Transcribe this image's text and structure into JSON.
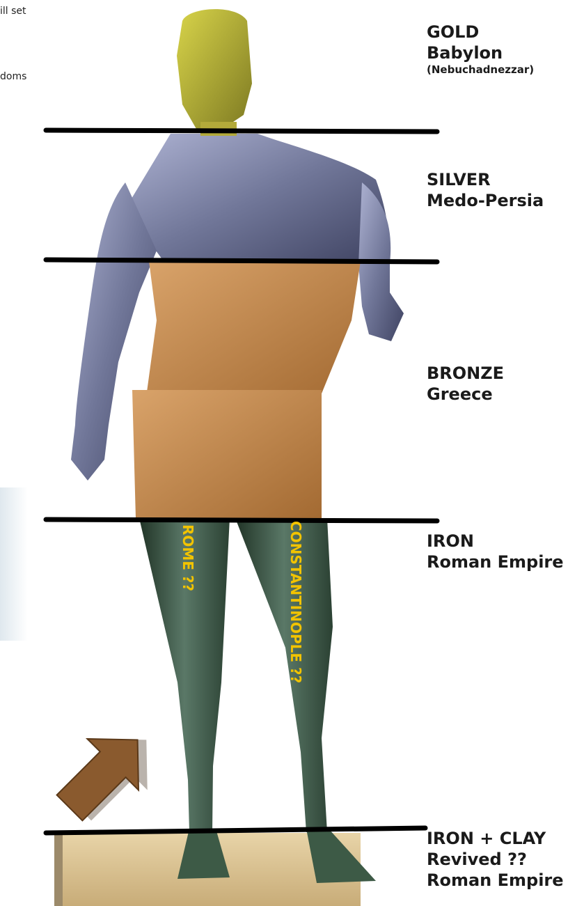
{
  "fragments": {
    "top_right_text": "ill set",
    "second_text": "doms"
  },
  "sections": [
    {
      "metal": "GOLD",
      "kingdom": "Babylon",
      "note": "(Nebuchadnezzar)"
    },
    {
      "metal": "SILVER",
      "kingdom": "Medo-Persia"
    },
    {
      "metal": "BRONZE",
      "kingdom": "Greece"
    },
    {
      "metal": "IRON",
      "kingdom": "Roman Empire"
    },
    {
      "metal": "IRON + CLAY",
      "kingdom": "Revived ??",
      "kingdom_line2": "Roman Empire"
    }
  ],
  "leg_labels": {
    "left": "ROME ??",
    "right": "CONSTANTINOPLE ??"
  },
  "colors": {
    "gold": "#b8b236",
    "silver": "#7c82a8",
    "bronze": "#c48a4a",
    "iron": "#3f5a4a",
    "arrow": "#8a5a2e",
    "leg_text": "#f2c300"
  }
}
